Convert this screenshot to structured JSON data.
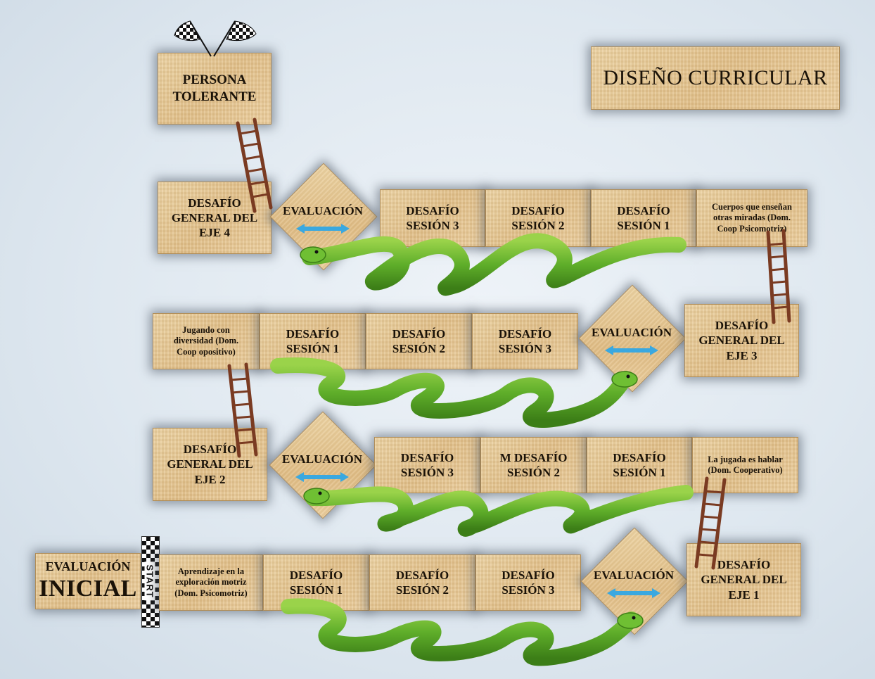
{
  "title": "DISEÑO CURRICULAR",
  "goal": "PERSONA\nTOLERANTE",
  "start_label": "START",
  "initial": {
    "line1": "EVALUACIÓN",
    "line2": "INICIAL"
  },
  "row1": {
    "domain": "Aprendizaje en la\nexploración motriz\n(Dom. Psicomotriz)",
    "s1": "DESAFÍO\nSESIÓN 1",
    "s2": "DESAFÍO\nSESIÓN 2",
    "s3": "DESAFÍO\nSESIÓN 3",
    "evaluation": "EVALUACIÓN",
    "general": "DESAFÍO\nGENERAL DEL\nEJE 1"
  },
  "row2": {
    "domain": "La jugada es hablar\n(Dom. Cooperativo)",
    "s1": "DESAFÍO\nSESIÓN 1",
    "s2": "M DESAFÍO\nSESIÓN 2",
    "s3": "DESAFÍO\nSESIÓN 3",
    "evaluation": "EVALUACIÓN",
    "general": "DESAFÍO\nGENERAL DEL\nEJE 2"
  },
  "row3": {
    "domain": "Jugando con\ndiversidad (Dom.\nCoop opositivo)",
    "s1": "DESAFÍO\nSESIÓN 1",
    "s2": "DESAFÍO\nSESIÓN 2",
    "s3": "DESAFÍO\nSESIÓN 3",
    "evaluation": "EVALUACIÓN",
    "general": "DESAFÍO\nGENERAL DEL\nEJE 3"
  },
  "row4": {
    "domain": "Cuerpos que enseñan\notras miradas (Dom.\nCoop Psicomotriz)",
    "s1": "DESAFÍO\nSESIÓN 1",
    "s2": "DESAFÍO\nSESIÓN 2",
    "s3": "DESAFÍO\nSESIÓN 3",
    "evaluation": "EVALUACIÓN",
    "general": "DESAFÍO\nGENERAL DEL\nEJE 4"
  },
  "colors": {
    "snake": "#5fae2a",
    "ladder": "#7a3b22",
    "arrow": "#3aa8e0"
  },
  "icons": [
    "checkered-flags-icon",
    "ladder-icon",
    "snake-icon",
    "double-arrow-icon"
  ]
}
